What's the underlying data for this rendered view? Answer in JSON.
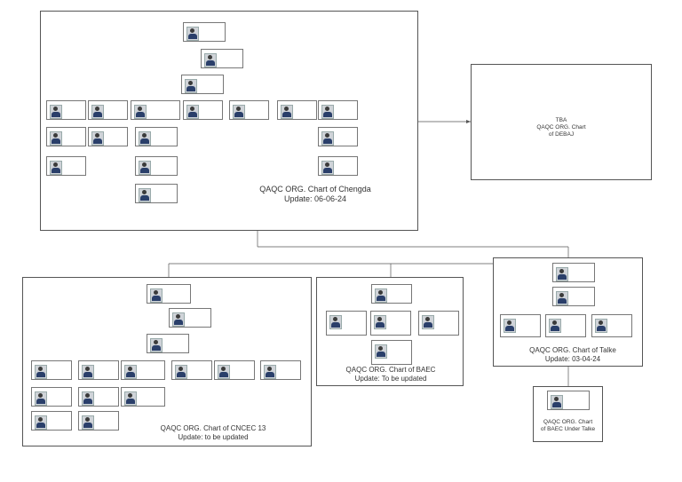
{
  "chengda": {
    "title": "QAQC ORG. Chart of Chengda",
    "update": "Update: 06-06-24"
  },
  "debaj": {
    "line1": "TBA",
    "line2": "QAQC ORG. Chart",
    "line3": "of DEBAJ"
  },
  "cncec": {
    "title": "QAQC ORG. Chart of CNCEC 13",
    "update": "Update: to be updated"
  },
  "baec": {
    "title": "QAQC ORG. Chart of BAEC",
    "update": "Update: To be updated"
  },
  "talke": {
    "title": "QAQC ORG. Chart of Talke",
    "update": "Update: 03-04-24"
  },
  "baec_talke": {
    "line1": "QAQC ORG. Chart",
    "line2": "of BAEC Under Talke"
  }
}
